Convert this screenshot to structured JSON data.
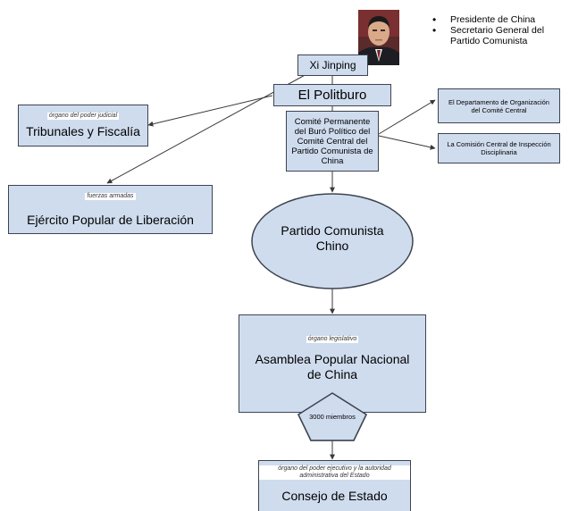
{
  "leader": {
    "name": "Xi Jinping",
    "roles": [
      "Presidente de China",
      "Secretario General del Partido Comunista"
    ]
  },
  "politburo": {
    "label": "El Politburo"
  },
  "standing_committee": {
    "label": "Comité Permanente del Buró Político del Comité Central del Partido Comunista de China"
  },
  "organization_dept": {
    "label": "El Departamento de Organización del Comité Central"
  },
  "discipline_commission": {
    "label": "La Comisión Central de Inspección Disciplinaria"
  },
  "courts": {
    "note": "órgano del poder judicial",
    "label": "Tribunales y Fiscalía"
  },
  "army": {
    "note": "fuerzas armadas",
    "label": "Ejército Popular de Liberación"
  },
  "party": {
    "label": "Partido Comunista Chino"
  },
  "assembly": {
    "note": "órgano legislativo",
    "label": "Asamblea Popular Nacional de China"
  },
  "members": {
    "label": "3000 miembros"
  },
  "state_council": {
    "note": "órgano del poder ejecutivo y la autoridad administrativa del Estado",
    "label": "Consejo de Estado"
  },
  "colors": {
    "node_fill": "#cfdcee",
    "node_border": "#3d4450",
    "line": "#3a3a3a"
  }
}
